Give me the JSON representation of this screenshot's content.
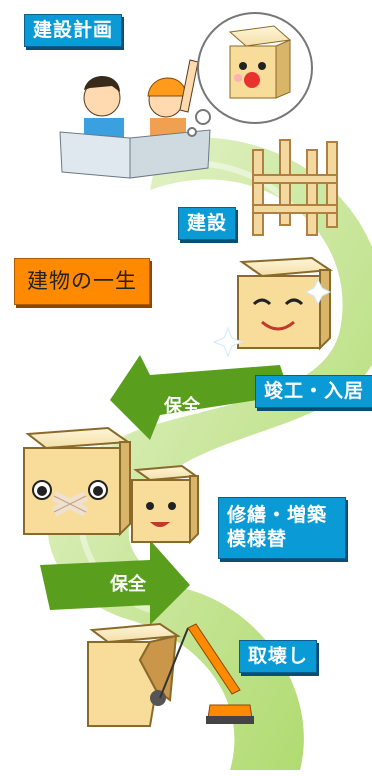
{
  "labels": {
    "planning": "建設計画",
    "construction": "建設",
    "life": "建物の一生",
    "completion": "竣工・入居",
    "repair": "修繕・増築 模様替",
    "demolition": "取壊し"
  },
  "arrow_labels": {
    "maintenance_1": "保全",
    "maintenance_2": "保全"
  },
  "colors": {
    "label_blue": "#0a9ad6",
    "label_orange": "#ff8a00",
    "road_green": "#8cc63f",
    "arrow_green": "#5a9e1e",
    "box_face": "#f7dc9a"
  },
  "icons": [
    "workers-with-blueprint",
    "box-character-thought-bubble",
    "scaffold-frame",
    "smiling-box",
    "bandaged-box",
    "small-box",
    "broken-box",
    "excavator"
  ]
}
